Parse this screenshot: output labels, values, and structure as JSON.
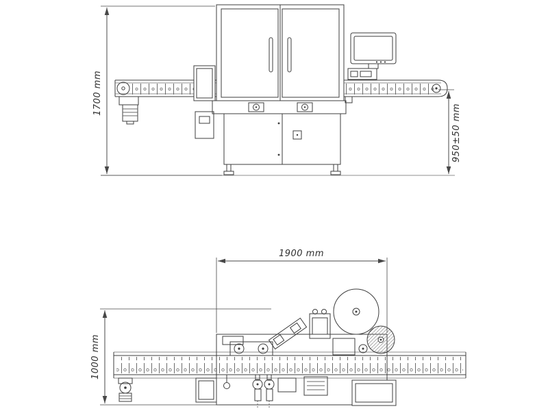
{
  "page": {
    "background": "#ffffff"
  },
  "drawing": {
    "line_color": "#3d3d3d",
    "detail_color": "#6a6a6a",
    "dim_color": "#474747",
    "front_view": {
      "overall_height": "1700 mm",
      "working_height": "950±50 mm"
    },
    "plan_view": {
      "overall_length": "1900 mm",
      "overall_depth": "1000 mm"
    }
  }
}
